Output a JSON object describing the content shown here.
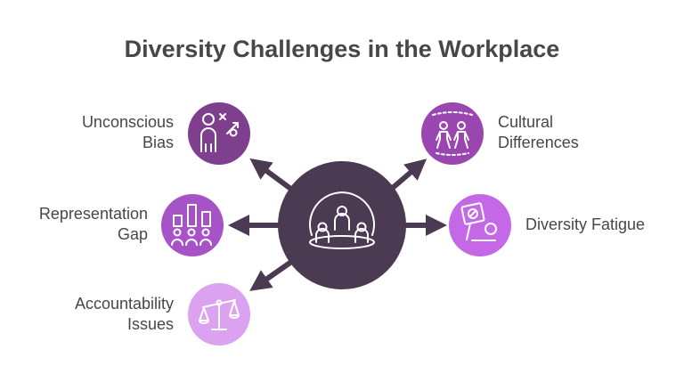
{
  "title": "Diversity Challenges in the Workplace",
  "center": {
    "icon": "team-group-icon",
    "color": "#4a3a52"
  },
  "arrow_color": "#4a3a52",
  "items": [
    {
      "lines": [
        "Unconscious",
        "Bias"
      ],
      "icon": "bias-person-icon",
      "color": "#7f3f8f"
    },
    {
      "lines": [
        "Representation",
        "Gap"
      ],
      "icon": "bar-chart-people-icon",
      "color": "#a653c7"
    },
    {
      "lines": [
        "Accountability",
        "Issues"
      ],
      "icon": "balance-scale-icon",
      "color": "#dba2ef"
    },
    {
      "lines": [
        "Cultural",
        "Differences"
      ],
      "icon": "two-people-icon",
      "color": "#9a46b0"
    },
    {
      "lines": [
        "Diversity Fatigue"
      ],
      "icon": "fatigue-sign-icon",
      "color": "#c468e8"
    }
  ]
}
